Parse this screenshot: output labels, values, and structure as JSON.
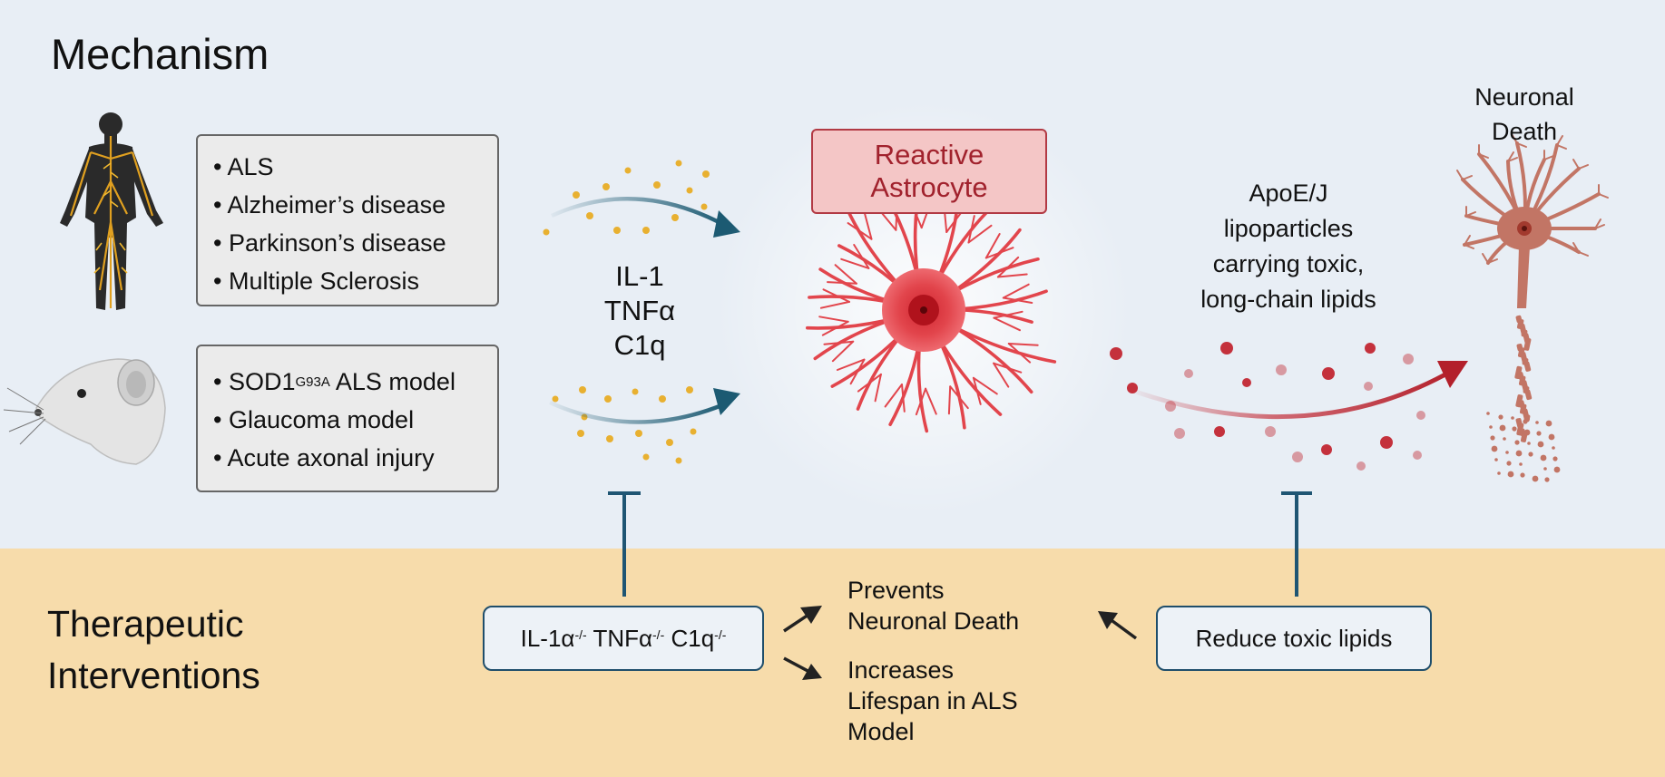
{
  "sections": {
    "mechanism": "Mechanism",
    "therapeutic_line1": "Therapeutic",
    "therapeutic_line2": "Interventions"
  },
  "human_conditions": [
    "ALS",
    "Alzheimer’s disease",
    "Parkinson’s disease",
    "Multiple Sclerosis"
  ],
  "mouse_models": {
    "sod1_prefix": "SOD1",
    "sod1_superscript": "G93A",
    "sod1_suffix": " ALS model",
    "items": [
      "Glaucoma model",
      "Acute axonal injury"
    ]
  },
  "cytokines": [
    "IL-1",
    "TNFα",
    "C1q"
  ],
  "astrocyte": {
    "line1": "Reactive",
    "line2": "Astrocyte"
  },
  "lipoparticles": {
    "line1": "ApoE/J",
    "line2": "lipoparticles",
    "line3": "carrying toxic,",
    "line4": "long-chain lipids"
  },
  "neuronal_death": {
    "line1": "Neuronal",
    "line2": "Death"
  },
  "knockout": {
    "il1": "IL-1α",
    "il1_sup": "-/-",
    "tnf": " TNFα",
    "tnf_sup": "-/-",
    "c1q": " C1q",
    "c1q_sup": "-/-"
  },
  "reduce_lipids": "Reduce toxic lipids",
  "outcomes": {
    "prevents_line1": "Prevents",
    "prevents_line2": "Neuronal Death",
    "lifespan_line1": "Increases",
    "lifespan_line2": "Lifespan in ALS",
    "lifespan_line3": "Model"
  },
  "colors": {
    "background_top": "#e8eef5",
    "background_bottom": "#f7dcab",
    "teal_arrow": "#1c5a72",
    "inhibition": "#1f5573",
    "astrocyte_red": "#e2454c",
    "lipid_red": "#c4313c",
    "cytokine_dot": "#e8b030",
    "neuron_brown": "#c27565"
  },
  "icons": [
    "human-body-icon",
    "mouse-icon",
    "astrocyte-cell-icon",
    "neuron-cell-icon"
  ]
}
